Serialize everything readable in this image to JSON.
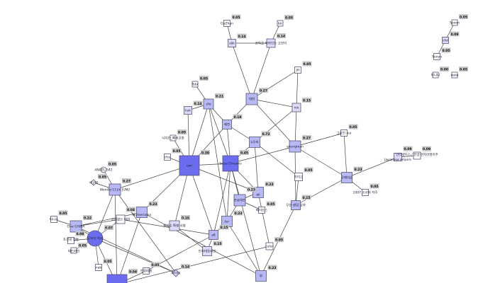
{
  "colors": {
    "light": "#ffffff",
    "pale": "#dcdcfa",
    "mid": "#b8b8f4",
    "dark": "#6c6cee",
    "stroke": "#555577"
  },
  "nodes": [
    {
      "id": "guzhan",
      "label": "GuZhan",
      "value": "0.05",
      "shade": "light",
      "shape": "square"
    },
    {
      "id": "btr",
      "label": "btr",
      "value": "0.05",
      "shade": "light",
      "shape": "square"
    },
    {
      "id": "sbk",
      "label": "sbk",
      "value": "0.14",
      "shade": "pale",
      "shape": "square"
    },
    {
      "id": "cat",
      "label": "잔뜩을 바라보는 고양이",
      "value": "0.14",
      "shade": "pale",
      "shape": "square"
    },
    {
      "id": "jh",
      "label": "JH",
      "value": "0.05",
      "shade": "light",
      "shape": "square"
    },
    {
      "id": "daejeon",
      "label": "대전",
      "value": "0.27",
      "shade": "mid",
      "shape": "square"
    },
    {
      "id": "nle",
      "label": "nle",
      "value": "0.15",
      "shade": "pale",
      "shape": "square"
    },
    {
      "id": "fbbr",
      "label": "fbbr",
      "value": "0.05",
      "shade": "light",
      "shape": "square"
    },
    {
      "id": "cfe",
      "label": "cfe",
      "value": "0.21",
      "shade": "mid",
      "shape": "square"
    },
    {
      "id": "kak",
      "label": "kak",
      "value": "0.14",
      "shade": "pale",
      "shape": "square"
    },
    {
      "id": "yejeon",
      "label": "예전",
      "value": "0.19",
      "shade": "mid",
      "shape": "square"
    },
    {
      "id": "kjui",
      "label": "k주의",
      "value": "0.72",
      "shade": "mid",
      "shape": "square"
    },
    {
      "id": "youngman",
      "label": "youngman",
      "value": "0.27",
      "shade": "mid",
      "shape": "square"
    },
    {
      "id": "oui",
      "label": "그로인 oui",
      "value": "0.05",
      "shade": "light",
      "shape": "square"
    },
    {
      "id": "park",
      "label": "니다한_폐세공원",
      "value": "0.05",
      "shade": "light",
      "shape": "square"
    },
    {
      "id": "cfss",
      "label": "cfss",
      "value": "0.05",
      "shade": "light",
      "shape": "square"
    },
    {
      "id": "owl",
      "label": "owl",
      "value": "0.39",
      "shade": "dark",
      "shape": "square"
    },
    {
      "id": "seoul",
      "label": "Seoul Dreams",
      "value": "0.45",
      "shade": "dark",
      "shape": "square"
    },
    {
      "id": "aigo",
      "label": "아이고",
      "value": "0.05",
      "shade": "light",
      "shape": "square"
    },
    {
      "id": "gong",
      "label": "공메이슨",
      "value": "0.23",
      "shade": "mid",
      "shape": "square"
    },
    {
      "id": "japanese",
      "label": "Japanese empire",
      "value": "0.09",
      "shade": "pale",
      "shape": "square"
    },
    {
      "id": "internet",
      "label": "인터넷이스 / 한글 현지어발이주",
      "value": "0.09",
      "shade": "light",
      "shape": "square"
    },
    {
      "id": "girl",
      "label": "1997 소녀의 자주",
      "value": "0.05",
      "shade": "light",
      "shape": "square"
    },
    {
      "id": "random",
      "label": "무한 랜덤 남자",
      "value": "0.15",
      "shade": "mid",
      "shape": "square"
    },
    {
      "id": "ak",
      "label": "ak",
      "value": "0.23",
      "shade": "mid",
      "shape": "square"
    },
    {
      "id": "pro",
      "label": "프로대전",
      "value": "0.23",
      "shade": "mid",
      "shape": "square"
    },
    {
      "id": "bait",
      "label": "베이트스",
      "value": "0.05",
      "shade": "light",
      "shape": "square"
    },
    {
      "id": "ter",
      "label": "ter",
      "value": "0.23",
      "shade": "mid",
      "shape": "square"
    },
    {
      "id": "alt",
      "label": "alt",
      "value": "0.15",
      "shade": "mid",
      "shape": "square"
    },
    {
      "id": "inha",
      "label": "인하대동네인",
      "value": "0.15",
      "shade": "pale",
      "shape": "square"
    },
    {
      "id": "cuter",
      "label": "cuter",
      "value": "0.05",
      "shade": "light",
      "shape": "square"
    },
    {
      "id": "won",
      "label": "원",
      "value": "0.23",
      "shade": "mid",
      "shape": "square"
    },
    {
      "id": "angel",
      "label": "ANGEL 542",
      "value": "0.05",
      "shade": "light",
      "shape": "circle"
    },
    {
      "id": "sae",
      "label": "새 JA2",
      "value": "0.05",
      "shade": "light",
      "shape": "diamond"
    },
    {
      "id": "wonder",
      "label": "Wonder13 Jin JUNU",
      "value": "0.27",
      "shade": "mid",
      "shape": "square"
    },
    {
      "id": "numeri",
      "label": "Numeriama",
      "value": "0.23",
      "shade": "mid",
      "shape": "square"
    },
    {
      "id": "daehwa",
      "label": "소리없는 대화",
      "value": "0.04",
      "shade": "light",
      "shape": "square"
    },
    {
      "id": "jehan",
      "label": "제한수 확정 사항",
      "value": "0.16",
      "shade": "pale",
      "shape": "square"
    },
    {
      "id": "onechina",
      "label": "One CHINA",
      "value": "0.22",
      "shade": "mid",
      "shape": "square"
    },
    {
      "id": "money",
      "label": "머니수",
      "value": "0.05",
      "shade": "light",
      "shape": "square"
    },
    {
      "id": "bigcircle",
      "label": "동북아 역사",
      "value": "0.07",
      "shade": "dark",
      "shape": "circle"
    },
    {
      "id": "joseon",
      "label": "조선의 정통",
      "value": "0.08",
      "shade": "light",
      "shape": "square"
    },
    {
      "id": "dead",
      "label": "데드라인",
      "value": "0.05",
      "shade": "light",
      "shape": "square"
    },
    {
      "id": "nab",
      "label": "nab",
      "value": "0.05",
      "shade": "light",
      "shape": "square"
    },
    {
      "id": "jeonhwan",
      "label": "전환대행",
      "value": "0.05",
      "shade": "light",
      "shape": "square"
    },
    {
      "id": "dia",
      "label": "다이아",
      "value": "0.14",
      "shade": "pale",
      "shape": "diamond"
    },
    {
      "id": "bottom",
      "label": "",
      "value": "0.04",
      "shade": "dark",
      "shape": "square"
    },
    {
      "id": "spoon",
      "label": "Spoon",
      "value": "0.05",
      "shade": "light",
      "shape": "square"
    },
    {
      "id": "cfal",
      "label": "cfal",
      "value": "0.09",
      "shade": "pale",
      "shape": "square"
    },
    {
      "id": "seoyo",
      "label": "Seoyo",
      "value": "0.05",
      "shade": "light",
      "shape": "square"
    },
    {
      "id": "mani",
      "label": "마니니",
      "value": "0.00",
      "shade": "light",
      "shape": "square"
    },
    {
      "id": "neko",
      "label": "neko",
      "value": "0.05",
      "shade": "light",
      "shape": "square"
    }
  ],
  "edges": [
    [
      "guzhan",
      "sbk"
    ],
    [
      "btr",
      "cat"
    ],
    [
      "sbk",
      "cat"
    ],
    [
      "sbk",
      "daejeon"
    ],
    [
      "cat",
      "daejeon"
    ],
    [
      "jh",
      "daejeon"
    ],
    [
      "jh",
      "nle"
    ],
    [
      "daejeon",
      "nle"
    ],
    [
      "daejeon",
      "yejeon"
    ],
    [
      "daejeon",
      "youngman"
    ],
    [
      "nle",
      "youngman"
    ],
    [
      "nle",
      "kjui"
    ],
    [
      "fbbr",
      "cfe"
    ],
    [
      "kak",
      "cfe"
    ],
    [
      "cfe",
      "seoul"
    ],
    [
      "cfe",
      "yejeon"
    ],
    [
      "cfe",
      "owl"
    ],
    [
      "cfe",
      "ter"
    ],
    [
      "kak",
      "owl"
    ],
    [
      "yejeon",
      "seoul"
    ],
    [
      "yejeon",
      "kjui"
    ],
    [
      "yejeon",
      "owl"
    ],
    [
      "kjui",
      "seoul"
    ],
    [
      "kjui",
      "aigo"
    ],
    [
      "kjui",
      "ak"
    ],
    [
      "youngman",
      "seoul"
    ],
    [
      "youngman",
      "oui"
    ],
    [
      "youngman",
      "gong"
    ],
    [
      "youngman",
      "random"
    ],
    [
      "oui",
      "gong"
    ],
    [
      "gong",
      "japanese"
    ],
    [
      "japanese",
      "internet"
    ],
    [
      "gong",
      "girl"
    ],
    [
      "gong",
      "random"
    ],
    [
      "random",
      "aigo"
    ],
    [
      "random",
      "won"
    ],
    [
      "park",
      "owl"
    ],
    [
      "cfss",
      "owl"
    ],
    [
      "owl",
      "seoul"
    ],
    [
      "owl",
      "wonder"
    ],
    [
      "owl",
      "numeri"
    ],
    [
      "owl",
      "jehan"
    ],
    [
      "owl",
      "ak"
    ],
    [
      "owl",
      "alt"
    ],
    [
      "seoul",
      "pro"
    ],
    [
      "seoul",
      "ter"
    ],
    [
      "seoul",
      "ak"
    ],
    [
      "seoul",
      "alt"
    ],
    [
      "seoul",
      "won"
    ],
    [
      "ak",
      "pro"
    ],
    [
      "ak",
      "cuter"
    ],
    [
      "pro",
      "bait"
    ],
    [
      "pro",
      "ter"
    ],
    [
      "ter",
      "won"
    ],
    [
      "ter",
      "alt"
    ],
    [
      "alt",
      "inha"
    ],
    [
      "alt",
      "daehwa"
    ],
    [
      "jehan",
      "inha"
    ],
    [
      "angel",
      "wonder"
    ],
    [
      "sae",
      "wonder"
    ],
    [
      "wonder",
      "bigcircle"
    ],
    [
      "wonder",
      "bottom"
    ],
    [
      "wonder",
      "dia"
    ],
    [
      "numeri",
      "onechina"
    ],
    [
      "numeri",
      "bottom"
    ],
    [
      "numeri",
      "won"
    ],
    [
      "daehwa",
      "onechina"
    ],
    [
      "daehwa",
      "bigcircle"
    ],
    [
      "money",
      "onechina"
    ],
    [
      "onechina",
      "bigcircle"
    ],
    [
      "onechina",
      "dia"
    ],
    [
      "joseon",
      "bigcircle"
    ],
    [
      "dead",
      "bigcircle"
    ],
    [
      "bigcircle",
      "nab"
    ],
    [
      "bigcircle",
      "bottom"
    ],
    [
      "bigcircle",
      "dia"
    ],
    [
      "jeonhwan",
      "bottom"
    ],
    [
      "jeonhwan",
      "alt"
    ],
    [
      "cuter",
      "bottom"
    ],
    [
      "spoon",
      "cfal"
    ],
    [
      "cfal",
      "seoyo"
    ]
  ]
}
